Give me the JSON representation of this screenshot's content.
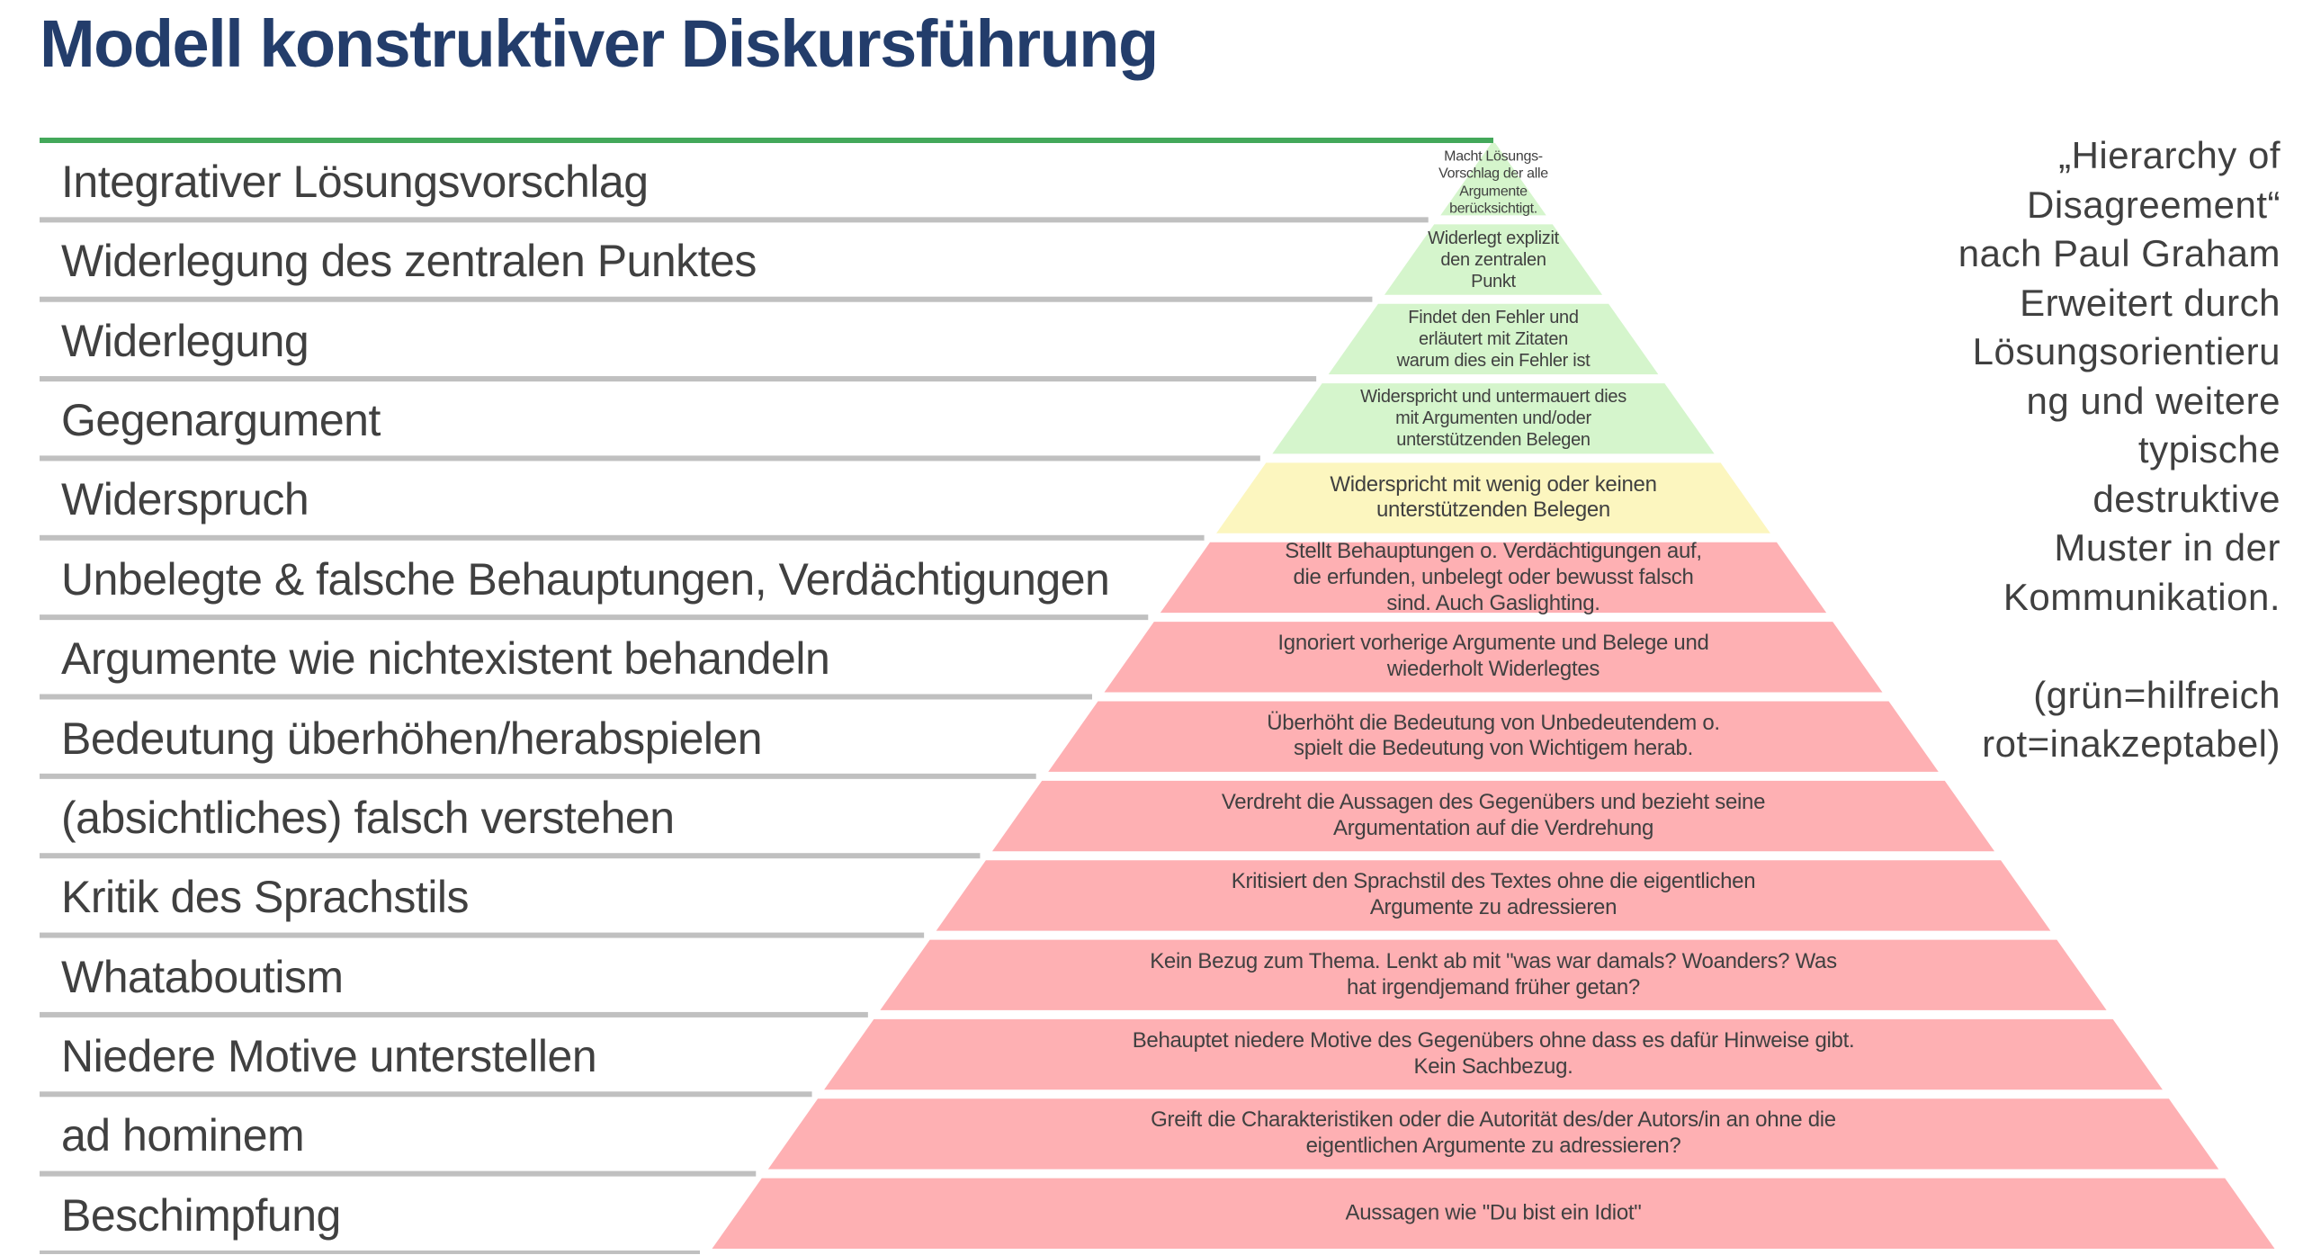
{
  "title": "Modell konstruktiver Diskursführung",
  "colors": {
    "title": "#233d6b",
    "top_line": "#43a85a",
    "separator": "#c0c0c0",
    "green": "#d5f5cc",
    "yellow": "#fcf6bf",
    "red": "#feb0b3"
  },
  "levels": [
    {
      "label": "Integrativer Lösungsvorschlag",
      "description": "Macht Lösungs-\nVorschlag der alle\nArgumente\nberücksichtigt.",
      "category": "green"
    },
    {
      "label": "Widerlegung des zentralen Punktes",
      "description": "Widerlegt explizit\nden zentralen\nPunkt",
      "category": "green"
    },
    {
      "label": "Widerlegung",
      "description": "Findet den Fehler und\nerläutert mit Zitaten\nwarum dies ein Fehler ist",
      "category": "green"
    },
    {
      "label": "Gegenargument",
      "description": "Widerspricht und untermauert dies\nmit Argumenten und/oder\nunterstützenden Belegen",
      "category": "green"
    },
    {
      "label": "Widerspruch",
      "description": "Widerspricht mit wenig oder keinen\nunterstützenden Belegen",
      "category": "yellow"
    },
    {
      "label": "Unbelegte & falsche Behauptungen, Verdächtigungen",
      "description": "Stellt Behauptungen o. Verdächtigungen auf,\ndie erfunden, unbelegt oder bewusst falsch\nsind. Auch Gaslighting.",
      "category": "red"
    },
    {
      "label": "Argumente wie nichtexistent behandeln",
      "description": "Ignoriert vorherige Argumente und Belege und\nwiederholt Widerlegtes",
      "category": "red"
    },
    {
      "label": "Bedeutung überhöhen/herabspielen",
      "description": "Überhöht die Bedeutung von Unbedeutendem o.\nspielt die Bedeutung von Wichtigem herab.",
      "category": "red"
    },
    {
      "label": "(absichtliches) falsch verstehen",
      "description": "Verdreht die Aussagen des Gegenübers und bezieht seine\nArgumentation auf die Verdrehung",
      "category": "red"
    },
    {
      "label": "Kritik des Sprachstils",
      "description": "Kritisiert den Sprachstil des Textes ohne die eigentlichen\nArgumente zu adressieren",
      "category": "red"
    },
    {
      "label": "Whataboutism",
      "description": "Kein Bezug zum Thema. Lenkt ab mit \"was war damals? Woanders? Was\nhat irgendjemand früher getan?",
      "category": "red"
    },
    {
      "label": "Niedere Motive unterstellen",
      "description": "Behauptet niedere Motive des Gegenübers ohne dass es dafür Hinweise gibt.\nKein Sachbezug.",
      "category": "red"
    },
    {
      "label": "ad hominem",
      "description": "Greift die Charakteristiken oder die Autorität des/der Autors/in an ohne die\neigentlichen Argumente zu adressieren?",
      "category": "red"
    },
    {
      "label": "Beschimpfung",
      "description": "Aussagen wie \"Du bist ein Idiot\"",
      "category": "red"
    }
  ],
  "side_note": [
    "„Hierarchy of",
    "Disagreement“",
    "nach Paul Graham",
    "Erweitert durch",
    "Lösungsorientieru",
    "ng und weitere",
    "typische",
    "destruktive",
    "Muster in der",
    "Kommunikation.",
    "",
    "(grün=hilfreich",
    "rot=inakzeptabel)"
  ]
}
